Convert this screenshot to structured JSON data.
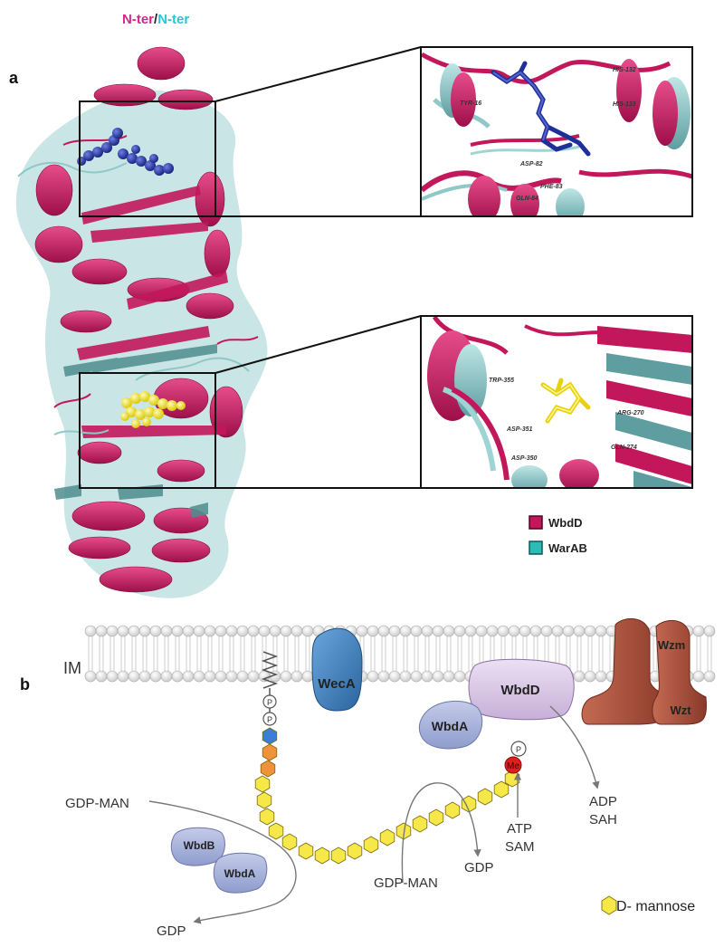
{
  "panel_a": {
    "label": "a",
    "nterm_left": "N-ter",
    "nterm_sep": "/",
    "nterm_right": "N-ter",
    "zoom_top_residues": [
      "TYR-16",
      "HIS-132",
      "HIS-133",
      "ASP-82",
      "PHE-83",
      "GLN-84"
    ],
    "zoom_bottom_residues": [
      "TRP-355",
      "ASP-351",
      "ASP-350",
      "ARG-270",
      "GLN-274"
    ],
    "legend": [
      {
        "label": "WbdD",
        "color": "#c2185b"
      },
      {
        "label": "WarAB",
        "color": "#2bbcb8"
      }
    ]
  },
  "panel_b": {
    "label": "b",
    "membrane_label": "IM",
    "proteins": {
      "weca": "WecA",
      "wbdd": "WbdD",
      "wbda_membrane": "WbdA",
      "wzm": "Wzm",
      "wzt": "Wzt",
      "wbdb": "WbdB",
      "wbda_cyto": "WbdA"
    },
    "phosphate": "P",
    "methyl": "Me",
    "flows": {
      "gdp_man_left": "GDP-MAN",
      "gdp_left": "GDP",
      "gdp_man_mid": "GDP-MAN",
      "gdp_mid": "GDP",
      "atp": "ATP",
      "sam": "SAM",
      "adp": "ADP",
      "sah": "SAH"
    },
    "legend_mannose": "D- mannose"
  },
  "colors": {
    "wbdd_magenta": "#c2185b",
    "warab_teal": "#2bbcb8",
    "mannose_yellow": "#f7e84a",
    "ligand_blue": "#1f2f9a",
    "ligand_yellow": "#f2e21a",
    "weca_blue": "#3b7fbf",
    "wbdd_lilac": "#d7c4e4",
    "wbda_periwinkle": "#a9b4dc",
    "wzm_brown": "#a5503c",
    "kdo_orange": "#f0923a",
    "hexnac_blue": "#3a7fd5",
    "methyl_red": "#e01e1e"
  }
}
